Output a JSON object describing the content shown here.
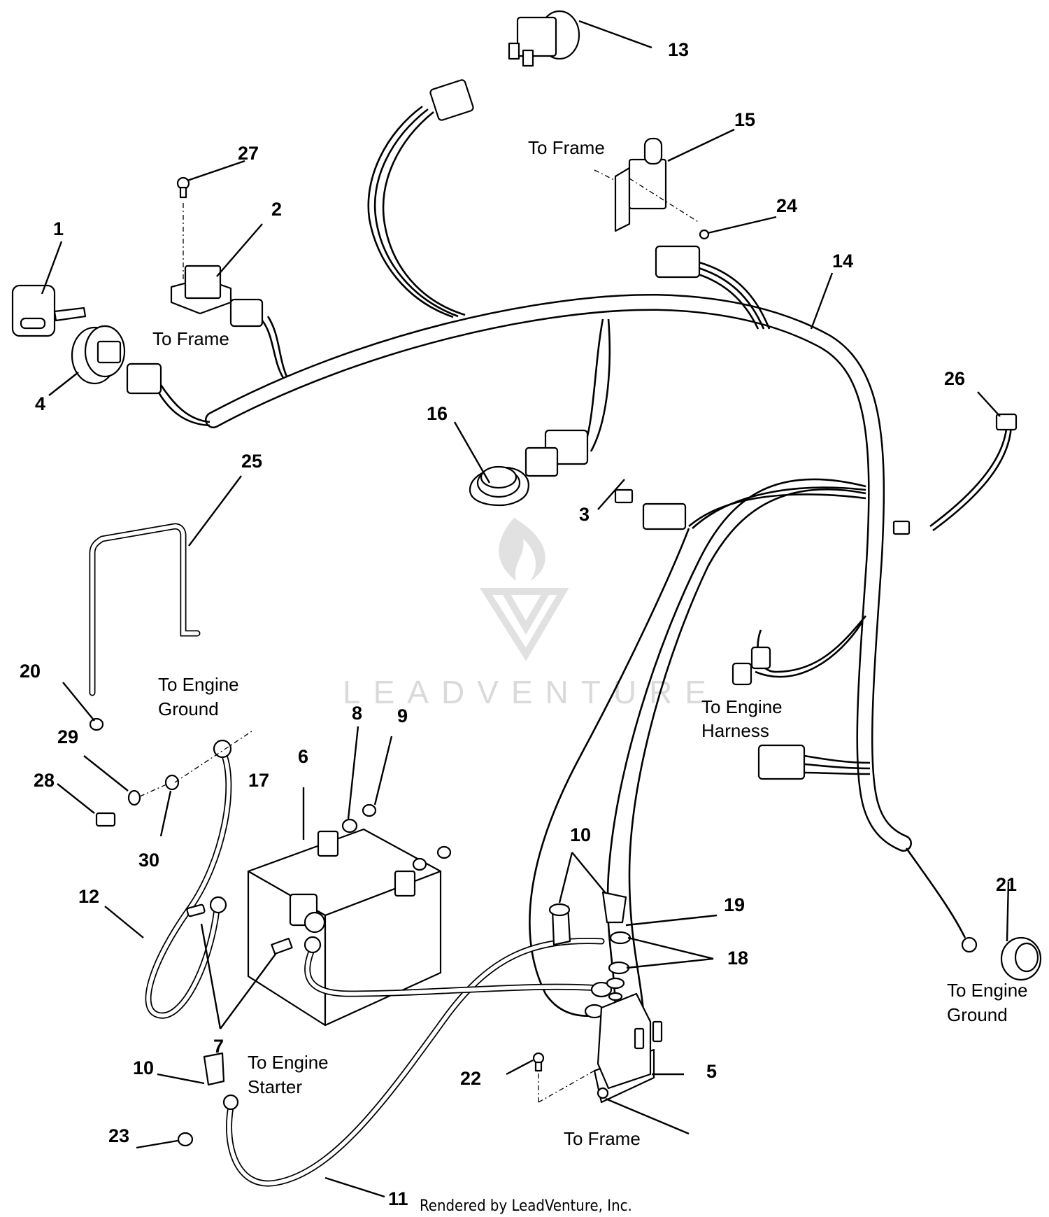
{
  "callouts": {
    "c1": "1",
    "c2": "2",
    "c3": "3",
    "c4": "4",
    "c5": "5",
    "c6": "6",
    "c7": "7",
    "c8": "8",
    "c9": "9",
    "c10a": "10",
    "c10b": "10",
    "c11": "11",
    "c12": "12",
    "c13": "13",
    "c14": "14",
    "c15": "15",
    "c16": "16",
    "c17": "17",
    "c18": "18",
    "c19": "19",
    "c20": "20",
    "c21": "21",
    "c22": "22",
    "c23": "23",
    "c24": "24",
    "c25": "25",
    "c26": "26",
    "c27": "27",
    "c28": "28",
    "c29": "29",
    "c30": "30"
  },
  "labels": {
    "frame_top": "To Frame",
    "frame_left": "To Frame",
    "frame_bottom": "To Frame",
    "engine_ground_left_1": "To Engine",
    "engine_ground_left_2": "Ground",
    "engine_harness_1": "To Engine",
    "engine_harness_2": "Harness",
    "engine_ground_right_1": "To Engine",
    "engine_ground_right_2": "Ground",
    "engine_starter_1": "To Engine",
    "engine_starter_2": "Starter"
  },
  "credit": "Rendered by LeadVenture, Inc.",
  "watermark": "LEADVENTURE"
}
